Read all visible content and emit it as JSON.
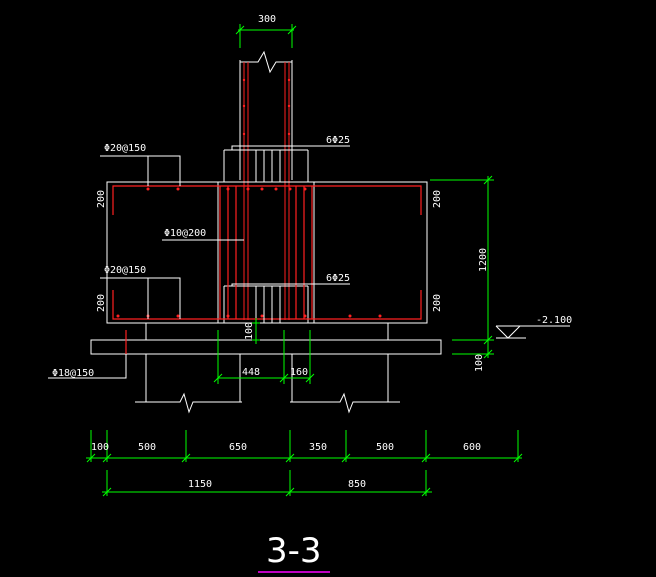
{
  "drawing": {
    "title": "3-3",
    "colors": {
      "background": "#000000",
      "outline": "#ffffff",
      "rebar": "#ff2020",
      "dimension": "#00ff00",
      "title_underline": "#ff00ff"
    },
    "labels": {
      "column_width": "300",
      "top_bar_left": "Φ20@150",
      "top_bar_right": "6Φ25",
      "stirrup": "Φ10@200",
      "bottom_bar_left": "Φ20@150",
      "bottom_bar_right": "6Φ25",
      "pile_bar": "Φ18@150",
      "elevation": "-2.100",
      "left_h_200_top": "200",
      "left_h_200_bottom": "200",
      "right_h_200_top": "200",
      "right_h_200_bottom": "200",
      "right_h_1200": "1200",
      "right_h_100": "100",
      "mid_100": "100",
      "dim_448": "448",
      "dim_160": "160"
    },
    "dimensions_row1": [
      "100",
      "500",
      "650",
      "350",
      "500",
      "600"
    ],
    "dimensions_row2": [
      "1150",
      "850"
    ]
  }
}
